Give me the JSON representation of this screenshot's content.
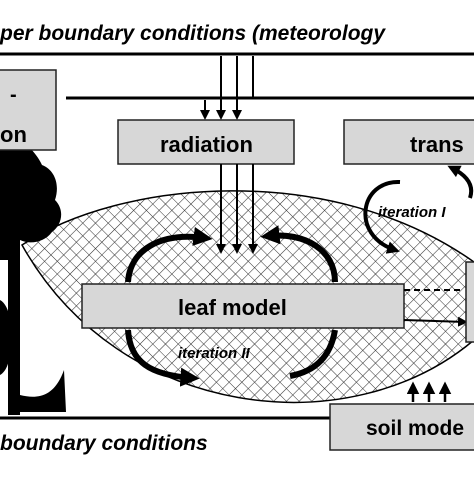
{
  "header": {
    "upper_title": "per boundary conditions (meteorology"
  },
  "footer": {
    "lower_title": " boundary conditions"
  },
  "boxes": {
    "left_box_line1": "-",
    "left_box_line2": "on",
    "radiation": "radiation",
    "transport": "trans",
    "leaf_model": "leaf model",
    "soil_model": "soil mode"
  },
  "iterations": {
    "iteration_one": "iteration I",
    "iteration_two": "iteration II"
  },
  "colors": {
    "box_fill": "#d7d7d7",
    "box_stroke": "#222222",
    "ink": "#000000",
    "background": "#ffffff"
  }
}
